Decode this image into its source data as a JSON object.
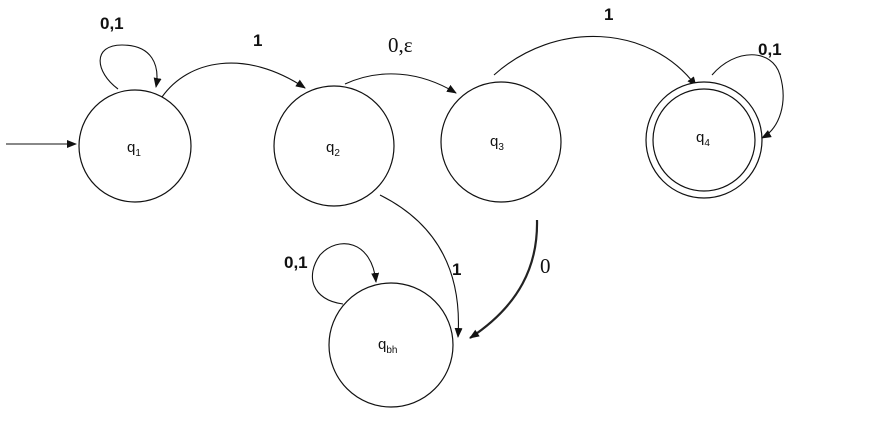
{
  "states": {
    "q1": {
      "name": "q",
      "sub": "1"
    },
    "q2": {
      "name": "q",
      "sub": "2"
    },
    "q3": {
      "name": "q",
      "sub": "3"
    },
    "q4": {
      "name": "q",
      "sub": "4"
    },
    "qbh": {
      "name": "q",
      "sub": "bh"
    }
  },
  "transitions": {
    "q1_self": "0,1",
    "q1_q2": "1",
    "q2_q3": "0,ε",
    "q3_q4": "1",
    "q4_self": "0,1",
    "qbh_self": "0,1",
    "q2_qbh": "1",
    "q3_qbh": "0"
  },
  "colors": {
    "stroke": "#111111",
    "background": "#ffffff"
  }
}
